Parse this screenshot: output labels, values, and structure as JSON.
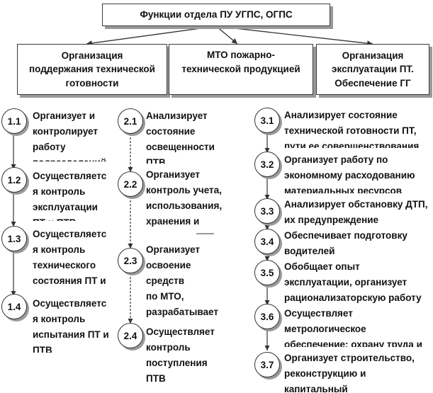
{
  "top": {
    "title": "Функции отдела ПУ УГПС, ОГПС"
  },
  "columns": [
    {
      "header": "Организация\nподдержания технической\nготовности",
      "items": [
        {
          "num": "1.1",
          "text": "Организует и\nконтролирует\nработу\nподразделений"
        },
        {
          "num": "1.2",
          "text": "Осуществляетс\nя контроль\nэксплуатации\nПТ и ПТВ"
        },
        {
          "num": "1.3",
          "text": "Осуществляетс\nя контроль\nтехнического\nсостояния ПТ и"
        },
        {
          "num": "1.4",
          "text": "Осуществляетс\nя контроль\nиспытания ПТ и\nПТВ"
        }
      ]
    },
    {
      "header": "МТО пожарно-\nтехнической продукцией",
      "items": [
        {
          "num": "2.1",
          "text": "Анализирует\nсостояние\nосвещенности\nПТВ"
        },
        {
          "num": "2.2",
          "text": "Организует\nконтроль учета,\nиспользования,\nхранения и"
        },
        {
          "num": "2.3",
          "text": "Организует\nосвоение средств\nпо МТО,\nразрабатывает\nпредложения по"
        },
        {
          "num": "2.4",
          "text": "Осуществляет\nконтроль\nпоступления ПТВ\nв подразделения"
        }
      ]
    },
    {
      "header": "Организация\nэксплуатации ПТ.\nОбеспечение ГГ",
      "items": [
        {
          "num": "3.1",
          "text": "Анализирует состояние\nтехнической готовности ПТ,\nпути ее совершенствования"
        },
        {
          "num": "3.2",
          "text": "Организует работу по\nэкономному расходованию\nматериальных ресурсов"
        },
        {
          "num": "3.3",
          "text": "Анализирует обстановку ДТП,\nих предупреждение"
        },
        {
          "num": "3.4",
          "text": "Обеспечивает подготовку\nводителей"
        },
        {
          "num": "3.5",
          "text": "Обобщает опыт\nэксплуатации, организует\nрационализаторскую работу"
        },
        {
          "num": "3.6",
          "text": "Осуществляет\nметрологическое\nобеспечение; охрану труда и"
        },
        {
          "num": "3.7",
          "text": "Организует строительство,\nреконструкцию и капитальный\nремонт объектов ГПС"
        }
      ]
    }
  ]
}
